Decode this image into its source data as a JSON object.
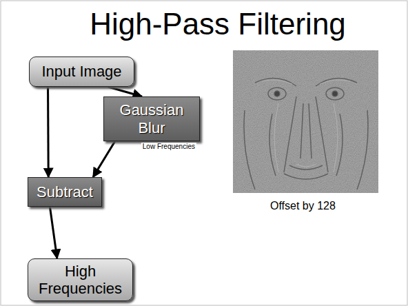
{
  "diagram": {
    "title": "High-Pass Filtering",
    "nodes": [
      {
        "text": [
          "Input Image"
        ]
      },
      {
        "text": [
          "Gaussian Blur"
        ]
      },
      {
        "text": [
          "Subtract"
        ]
      },
      {
        "text": [
          "High Frequencies"
        ]
      }
    ],
    "edges": [
      {
        "from": 0,
        "to": 2,
        "arrow": "to"
      },
      {
        "from": 0,
        "to": 1,
        "arrow": "to"
      },
      {
        "from": 1,
        "to": 2,
        "label": "Low Frequencies",
        "arrow": "to"
      },
      {
        "from": 2,
        "to": 3,
        "arrow": "to"
      }
    ],
    "labels": [
      "Offset by 128"
    ]
  }
}
